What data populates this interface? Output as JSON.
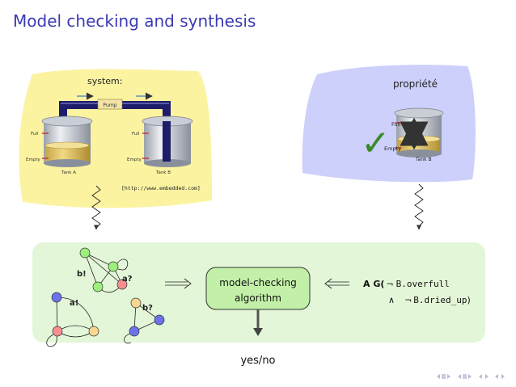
{
  "slide": {
    "title": "Model checking and synthesis"
  },
  "system": {
    "label": "system:",
    "pump_label": "Pump",
    "tank_a": {
      "name": "Tank A",
      "full": "Full",
      "empty": "Empty"
    },
    "tank_b": {
      "name": "Tank B",
      "full": "Full",
      "empty": "Empty"
    },
    "citation": "[http://www.embedded.com]"
  },
  "property": {
    "label": "propriété",
    "full": "Full",
    "empty": "Empty",
    "tank": "Tank B",
    "check": "✓"
  },
  "automata": {
    "labels": [
      "b!",
      "a?",
      "a!",
      "b?"
    ]
  },
  "algorithm": {
    "line1": "model-checking",
    "line2": "algorithm"
  },
  "formula": {
    "prefix": "A G(",
    "neg1": "¬",
    "term1": "B.overfull",
    "and": "∧",
    "neg2": "¬",
    "term2": "B.dried_up",
    "close": ")"
  },
  "result": "yes/no",
  "colors": {
    "title": "#3a3ab4",
    "system_blob": "#fbf3a0",
    "property_blob": "#cdd0fa",
    "bottom_panel": "#e3f7d8",
    "algo_box": "#c2f0a8",
    "node_green": "#9cef7c",
    "node_red": "#f68f8f",
    "node_yellow": "#f9d793",
    "node_blue": "#6b72ec",
    "check": "#3a8a2a"
  }
}
